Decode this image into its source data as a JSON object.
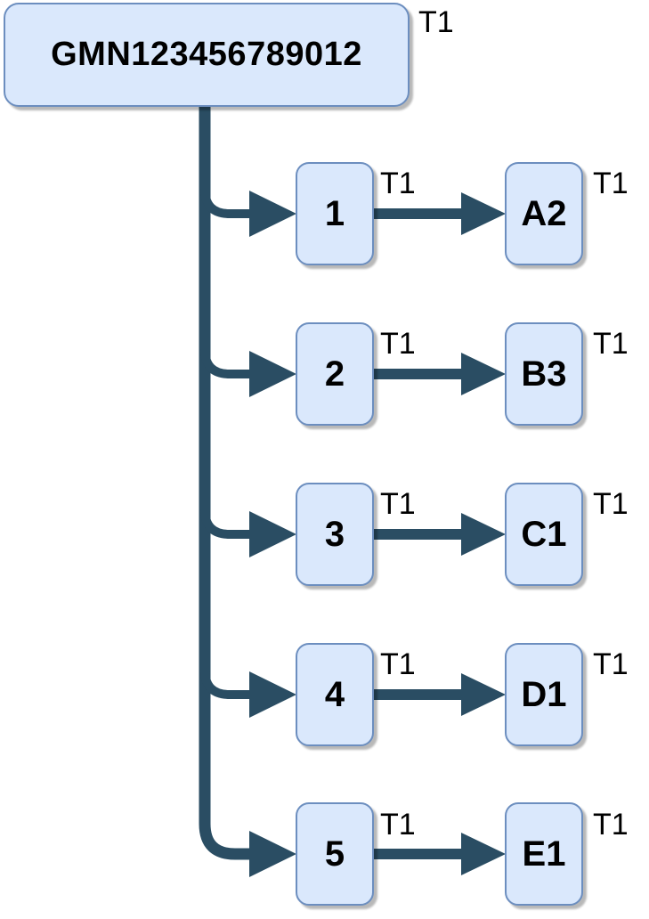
{
  "diagram": {
    "root": {
      "label": "GMN123456789012",
      "tag": "T1"
    },
    "rows": [
      {
        "source": {
          "label": "1",
          "tag": "T1"
        },
        "target": {
          "label": "A2",
          "tag": "T1"
        }
      },
      {
        "source": {
          "label": "2",
          "tag": "T1"
        },
        "target": {
          "label": "B3",
          "tag": "T1"
        }
      },
      {
        "source": {
          "label": "3",
          "tag": "T1"
        },
        "target": {
          "label": "C1",
          "tag": "T1"
        }
      },
      {
        "source": {
          "label": "4",
          "tag": "T1"
        },
        "target": {
          "label": "D1",
          "tag": "T1"
        }
      },
      {
        "source": {
          "label": "5",
          "tag": "T1"
        },
        "target": {
          "label": "E1",
          "tag": "T1"
        }
      }
    ],
    "colors": {
      "node_fill": "#dae8fc",
      "node_stroke": "#6c8ebf",
      "connector": "#2a4d63",
      "text": "#000000",
      "background": "#ffffff"
    }
  }
}
